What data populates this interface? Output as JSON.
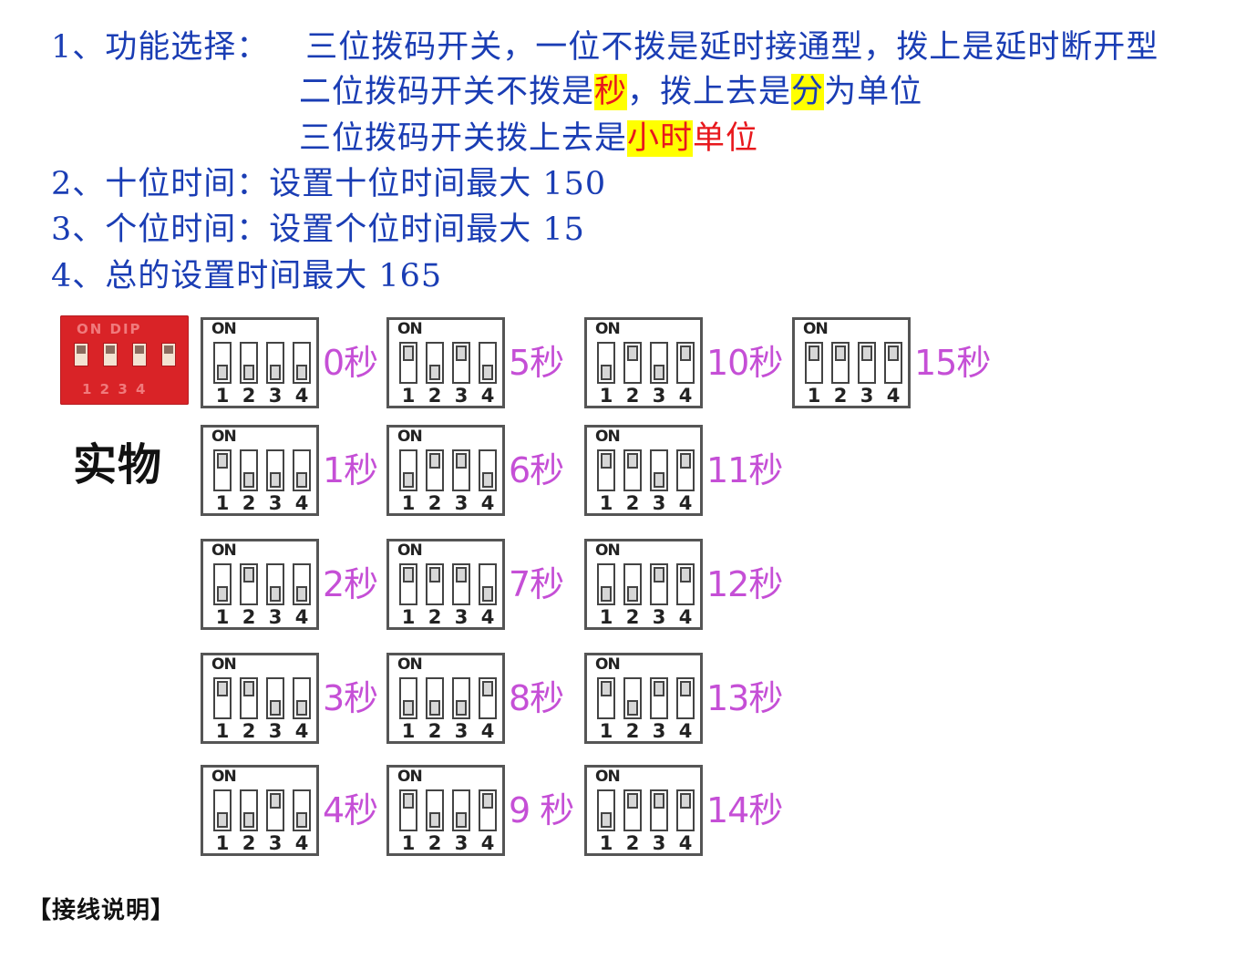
{
  "intro": {
    "line1": {
      "label": "1、功能选择：",
      "text": "三位拨码开关，一位不拨是延时接通型，拨上是延时断开型"
    },
    "line2": {
      "a": "二位拨码开关不拨是",
      "b": "秒",
      "c": "，拨上去是",
      "d": "分",
      "e": "为单位"
    },
    "line3": {
      "a": "三位拨码开关拨上去是",
      "b": "小时",
      "c": "单位"
    },
    "line4": "2、十位时间：设置十位时间最大 150",
    "line5": "3、个位时间：设置个位时间最大 15",
    "line6": "4、总的设置时间最大 165"
  },
  "photo": {
    "top_text": "ON  DIP",
    "bottom_text": "1 2 3 4",
    "caption": "实物"
  },
  "dip": {
    "on_label": "ON",
    "numbers": [
      "1",
      "2",
      "3",
      "4"
    ],
    "settings": [
      {
        "label": "0秒",
        "switches": [
          0,
          0,
          0,
          0
        ]
      },
      {
        "label": "1秒",
        "switches": [
          1,
          0,
          0,
          0
        ]
      },
      {
        "label": "2秒",
        "switches": [
          0,
          1,
          0,
          0
        ]
      },
      {
        "label": "3秒",
        "switches": [
          1,
          1,
          0,
          0
        ]
      },
      {
        "label": "4秒",
        "switches": [
          0,
          0,
          1,
          0
        ]
      },
      {
        "label": "5秒",
        "switches": [
          1,
          0,
          1,
          0
        ]
      },
      {
        "label": "6秒",
        "switches": [
          0,
          1,
          1,
          0
        ]
      },
      {
        "label": "7秒",
        "switches": [
          1,
          1,
          1,
          0
        ]
      },
      {
        "label": "8秒",
        "switches": [
          0,
          0,
          0,
          1
        ]
      },
      {
        "label": "9 秒",
        "switches": [
          1,
          0,
          0,
          1
        ]
      },
      {
        "label": "10秒",
        "switches": [
          0,
          1,
          0,
          1
        ]
      },
      {
        "label": "11秒",
        "switches": [
          1,
          1,
          0,
          1
        ]
      },
      {
        "label": "12秒",
        "switches": [
          0,
          0,
          1,
          1
        ]
      },
      {
        "label": "13秒",
        "switches": [
          1,
          0,
          1,
          1
        ]
      },
      {
        "label": "14秒",
        "switches": [
          0,
          1,
          1,
          1
        ]
      },
      {
        "label": "15秒",
        "switches": [
          1,
          1,
          1,
          1
        ]
      }
    ]
  },
  "footer": "【接线说明】",
  "colors": {
    "text_blue": "#1a3db4",
    "label_magenta": "#c54fd6",
    "highlight_yellow": "#ffff00",
    "emphasis_red": "#e8181d",
    "photo_red": "#d92327"
  }
}
